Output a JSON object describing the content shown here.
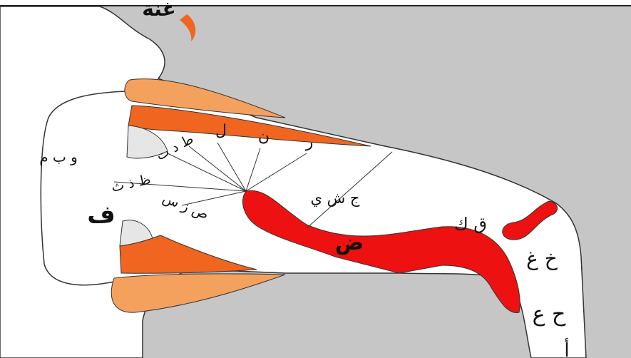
{
  "colors": {
    "background": "#c6c6c6",
    "face": "#ffffff",
    "outline": "#333333",
    "lip": "#f5a15e",
    "gum": "#f0651f",
    "teeth": "#e6e6e6",
    "tongue": "#ee1111",
    "uvula": "#ee1111",
    "lines": "#333333"
  },
  "labels": {
    "top": "غنة",
    "lips_group": "و ب م",
    "labiodental": "ف",
    "interdental": "ظ ذ ث",
    "dental_alveolar": "ط د ت",
    "sibilants": "ص ز س",
    "lateral": "ل",
    "nasal": "ن",
    "trill": "ر",
    "palatal": "ج ش ي",
    "lateral_side": "ض",
    "velar": "ق ك",
    "pharynx_upper": "خ غ",
    "pharynx_lower": "ح ع",
    "glottal": "أ"
  }
}
